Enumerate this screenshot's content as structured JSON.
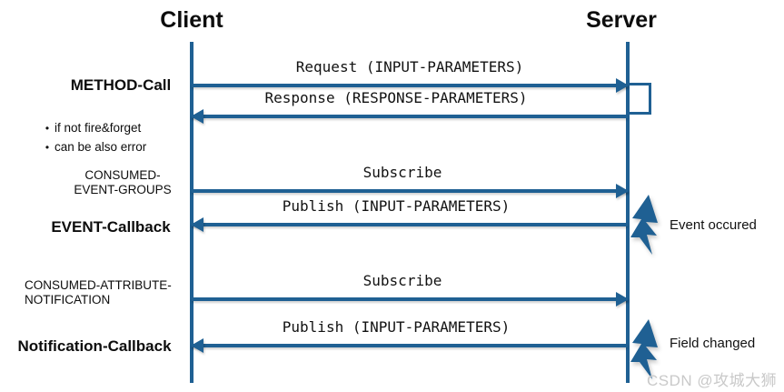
{
  "diagram": {
    "actors": [
      {
        "name": "client",
        "label": "Client"
      },
      {
        "name": "server",
        "label": "Server"
      }
    ],
    "messages": [
      {
        "name": "request",
        "label": "Request (INPUT-PARAMETERS)",
        "direction": "to-right"
      },
      {
        "name": "response",
        "label": "Response (RESPONSE-PARAMETERS)",
        "direction": "to-left"
      },
      {
        "name": "subscribe-events",
        "label": "Subscribe",
        "direction": "to-right"
      },
      {
        "name": "publish-event",
        "label": "Publish (INPUT-PARAMETERS)",
        "direction": "to-left"
      },
      {
        "name": "subscribe-attributes",
        "label": "Subscribe",
        "direction": "to-right"
      },
      {
        "name": "publish-notification",
        "label": "Publish (INPUT-PARAMETERS)",
        "direction": "to-left"
      }
    ],
    "side_labels": [
      {
        "name": "method-call",
        "label": "METHOD-Call"
      },
      {
        "name": "consumed-event-groups",
        "label": "CONSUMED-\nEVENT-GROUPS"
      },
      {
        "name": "event-callback",
        "label": "EVENT-Callback"
      },
      {
        "name": "consumed-attribute-notification",
        "label": "CONSUMED-ATTRIBUTE-\nNOTIFICATION"
      },
      {
        "name": "notification-callback",
        "label": "Notification-Callback"
      }
    ],
    "bullets": [
      {
        "marker": "•",
        "label": "if not fire&forget"
      },
      {
        "marker": "•",
        "label": "can be also error"
      }
    ],
    "event_notes": [
      {
        "name": "event-occured",
        "label": "Event occured"
      },
      {
        "name": "field-changed",
        "label": "Field changed"
      }
    ],
    "watermark": "CSDN @攻城大狮",
    "colors": {
      "line": "#1f6093",
      "bolt": "#1f6093",
      "text": "#0d0d0d",
      "watermark": "#c9c9c9",
      "background": "#ffffff"
    }
  }
}
